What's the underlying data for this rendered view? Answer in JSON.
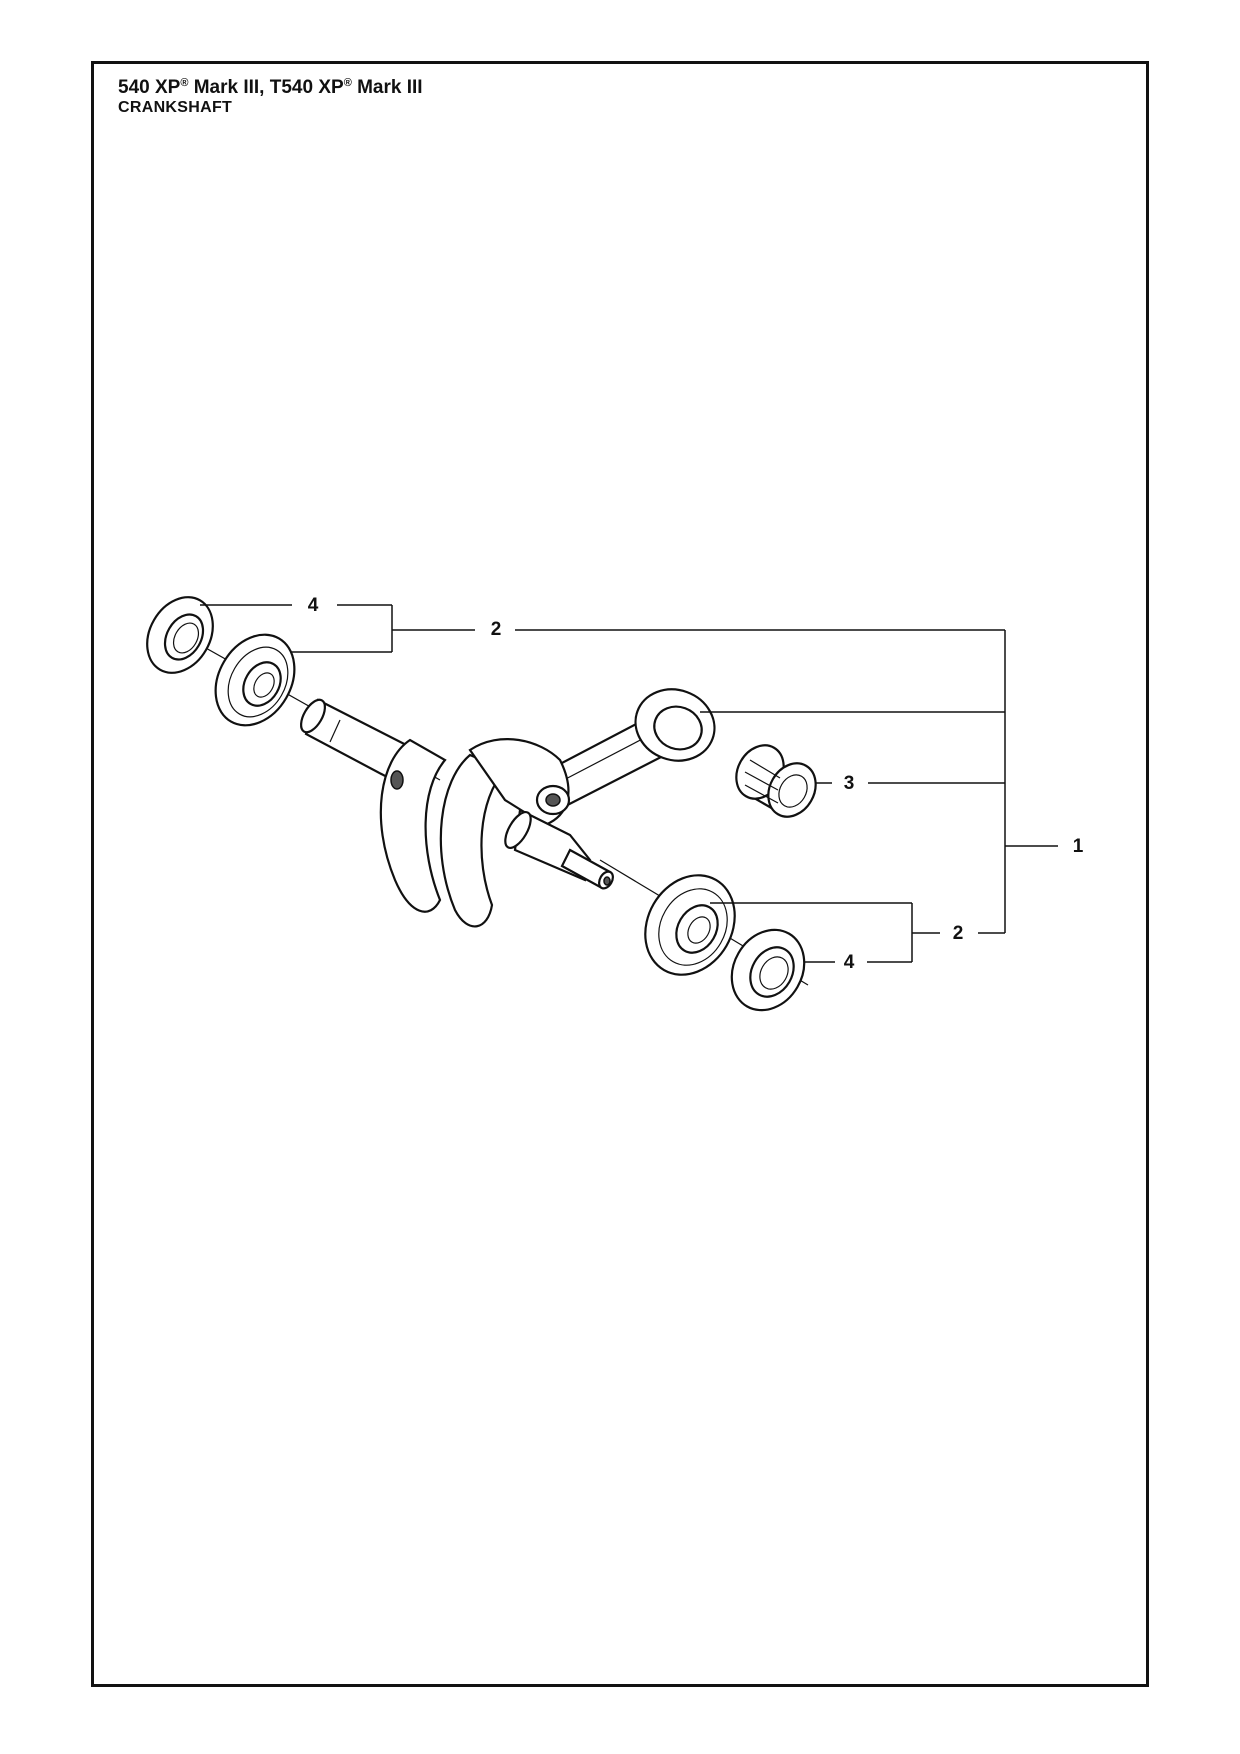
{
  "header": {
    "model_a": "540 XP",
    "reg_mark": "®",
    "mark_a": " Mark III, ",
    "model_b": "T540 XP",
    "mark_b": " Mark III",
    "section": "CRANKSHAFT"
  },
  "callouts": {
    "assembly": "1",
    "bearing_top": "2",
    "bearing_bottom": "2",
    "needle_bearing": "3",
    "seal_top": "4",
    "seal_bottom": "4"
  }
}
